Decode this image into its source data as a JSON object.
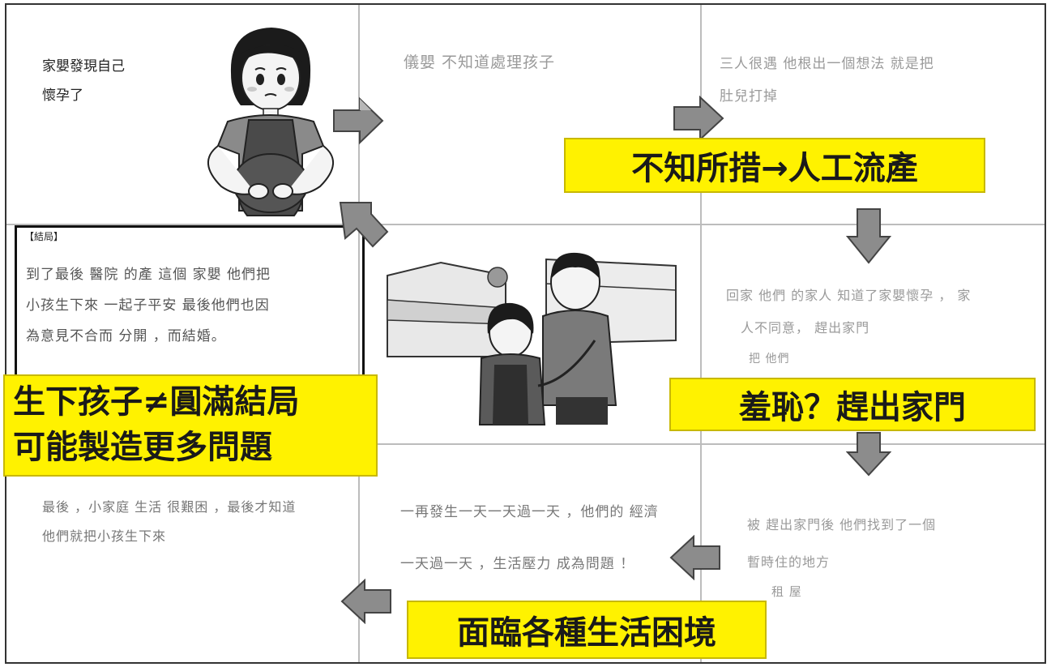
{
  "panels": {
    "top_left": {
      "printed_text": [
        "家嬰發現自己",
        "懷孕了"
      ]
    },
    "top_middle": {
      "handwriting": "儀嬰 不知道處理孩子"
    },
    "top_right": {
      "handwriting": [
        "三人很遇 他根出一個想法 就是把",
        "肚兒打掉"
      ]
    },
    "middle_left": {
      "tag": "【結局】",
      "handwriting": [
        "到了最後 醫院 的產 這個 家嬰 他們把",
        "小孩生下來 一起子平安 最後他們也因",
        "為意見不合而 分開 ，而結婚。"
      ]
    },
    "middle_right": {
      "handwriting": [
        "回家 他們 的家人 知道了家嬰懷孕 ， 家",
        "人不同意， 趕出家門",
        "把 他們"
      ]
    },
    "bottom_left": {
      "handwriting": [
        "最後 ，小家庭 生活 很艱困 ，最後才知道",
        "他們就把小孩生下來"
      ]
    },
    "bottom_middle": {
      "handwriting": [
        "一再發生一天一天過一天 ，他們的 經濟",
        "一天過一天 ，生活壓力 成為問題 ！"
      ]
    },
    "bottom_right": {
      "handwriting": [
        "被 趕出家門後 他們找到了一個",
        "暫時住的地方",
        "租 屋"
      ]
    }
  },
  "callouts": {
    "abortion": "不知所措→人工流產",
    "shame": "羞恥？趕出家門",
    "hardship": "面臨各種生活困境",
    "ending_line1": "生下孩子≠圓滿結局",
    "ending_line2": "可能製造更多問題"
  }
}
